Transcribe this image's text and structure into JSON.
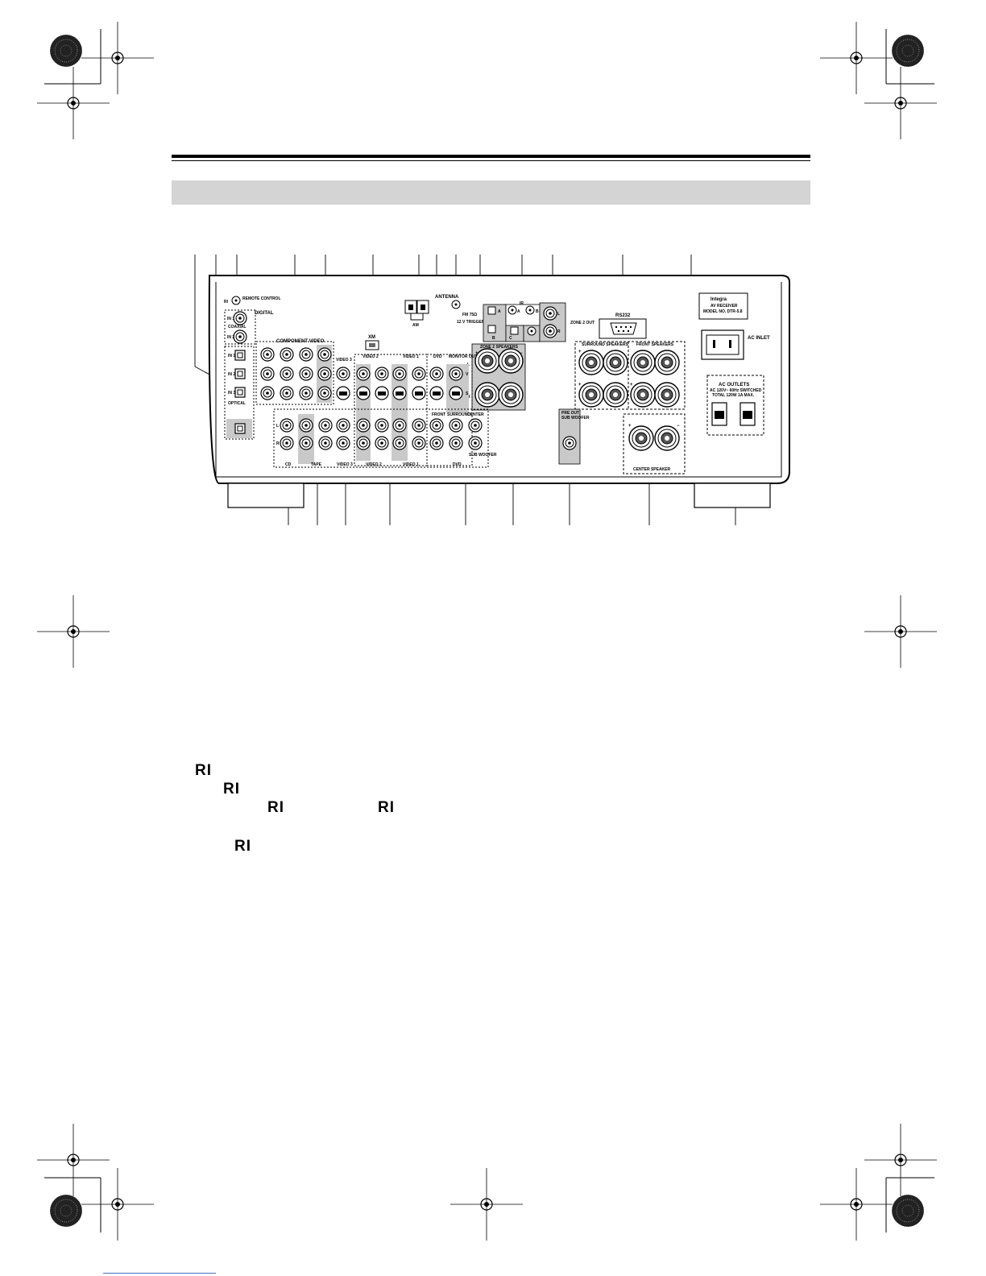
{
  "header": {
    "section_title": ""
  },
  "panel": {
    "labels": {
      "remote_control": "REMOTE CONTROL",
      "digital": "DIGITAL",
      "coaxial": "COAXIAL",
      "optical": "OPTICAL",
      "in1": "IN 1",
      "in2": "IN 2",
      "in3": "IN 3",
      "component_video": "COMPONENT VIDEO",
      "xm": "XM",
      "antenna": "ANTENNA",
      "am": "AM",
      "fm": "FM 75Ω",
      "trigger_out": "12 V TRIGGER OUT",
      "ir": "IR",
      "zone2_out": "ZONE 2 OUT",
      "zone2_speakers": "ZONE 2 SPEAKERS",
      "rs232": "RS232",
      "integra": "Integra",
      "model_line1": "AV RECEIVER",
      "model_line2": "MODEL NO. DTR-5.8",
      "ac_inlet": "AC INLET",
      "ac_outlets": "AC OUTLETS",
      "ac_outlets_spec": "AC 120V~ 60Hz SWITCHED",
      "ac_outlets_total": "TOTAL 120W 1A MAX.",
      "surround_speakers": "SURROUND SPEAKERS",
      "front_speakers": "FRONT SPEAKERS",
      "center_speaker": "CENTER SPEAKER",
      "pre_out": "PRE OUT",
      "subwoofer": "SUB WOOFER",
      "video3": "VIDEO 3",
      "video2": "VIDEO 2",
      "video1": "VIDEO 1",
      "dvd": "DVD",
      "monitor_out": "MONITOR OUT",
      "cd": "CD",
      "tape": "TAPE",
      "front": "FRONT",
      "surround": "SURROUND",
      "center": "CENTER",
      "in": "IN",
      "out": "OUT",
      "l": "L",
      "r": "R",
      "a": "A",
      "b": "B",
      "c": "C",
      "v": "V",
      "s": "S"
    }
  },
  "ri_marks": [
    "RI",
    "RI",
    "RI",
    "RI",
    "RI"
  ]
}
